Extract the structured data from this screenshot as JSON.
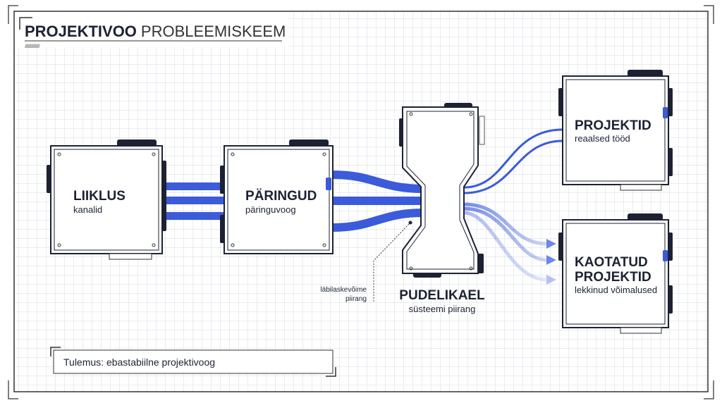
{
  "title": {
    "bold": "PROJEKTIVOO",
    "light": "PROBLEEMISKEEM"
  },
  "nodes": {
    "liiklus": {
      "title": "LIIKLUS",
      "subtitle": "kanalid"
    },
    "paringud": {
      "title": "PÄRINGUD",
      "subtitle": "päringuvoog"
    },
    "pudelikael": {
      "title": "PUDELIKAEL",
      "subtitle": "süsteemi piirang"
    },
    "projektid": {
      "title": "PROJEKTID",
      "subtitle": "reaalsed tööd"
    },
    "kaotatud": {
      "title_line1": "KAOTATUD",
      "title_line2": "PROJEKTID",
      "subtitle": "lekkinud võimalused"
    }
  },
  "annotation": {
    "line1": "läbilaskevõime",
    "line2": "piirang"
  },
  "result": "Tulemus: ebastabiilne projektivoog",
  "colors": {
    "flow": "#3b5bdb",
    "dark": "#1c2233",
    "grid": "#d4d8e0"
  }
}
